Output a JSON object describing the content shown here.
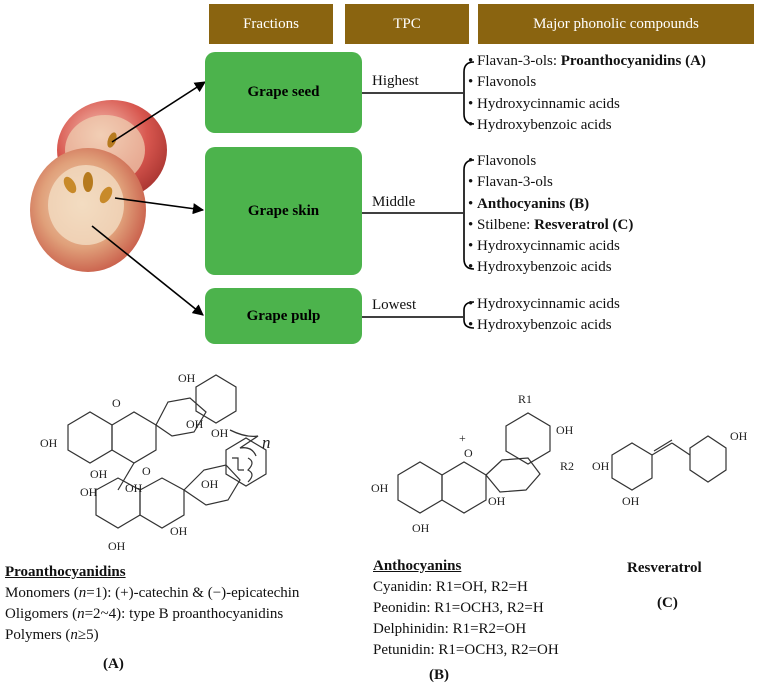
{
  "header": {
    "fractions": "Fractions",
    "tpc": "TPC",
    "major": "Major phonolic compounds"
  },
  "fractions": [
    {
      "name": "Grape seed",
      "tpc": "Highest",
      "compounds": [
        {
          "prefix": "• Flavan-3-ols: ",
          "bold": "Proanthocyanidins",
          "suffix": " (A)"
        },
        {
          "prefix": "• Hydroxycinnamic acids"
        },
        {
          "prefix": "• Flavonols"
        }
      ]
    },
    {
      "name": "Grape skin",
      "tpc": "Middle",
      "compounds": [
        {
          "prefix": "• Flavonols"
        },
        {
          "prefix": "• Flavan-3-ols"
        },
        {
          "prefix": "• ",
          "bold": "Anthocyanins (B)"
        },
        {
          "prefix": "• Stilbene: ",
          "bold": "Resveratrol (C)"
        },
        {
          "prefix": "• Hydroxycinnamic acids"
        },
        {
          "prefix": "• Hydroxybenzoic acids"
        }
      ]
    },
    {
      "name": "Grape pulp",
      "tpc": "Lowest",
      "compounds": [
        {
          "prefix": "• Hydroxycinnamic acids"
        },
        {
          "prefix": "• Hydroxybenzoic acids"
        }
      ]
    }
  ],
  "seed_list": [
    "• Flavonols",
    "• Hydroxycinnamic acids",
    "• Hydroxybenzoic acids"
  ],
  "proanthocyanidins": {
    "title": "Proanthocyanidins",
    "monomers_pre": "Monomers (",
    "n": "n",
    "monomers_post": "=1): (+)-catechin & (−)-epicatechin",
    "oligomers_pre": "Oligomers (",
    "oligomers_post": "=2~4): type B proanthocyanidins",
    "polymers_pre": "Polymers (",
    "polymers_post": "≥5)",
    "label": "(A)"
  },
  "anthocyanins": {
    "title": "Anthocyanins",
    "lines": [
      "Cyanidin: R1=OH, R2=H",
      "Peonidin: R1=OCH3, R2=H",
      "Delphinidin: R1=R2=OH",
      "Petunidin: R1=OCH3, R2=OH"
    ],
    "label": "(B)"
  },
  "resveratrol": {
    "title": "Resveratrol",
    "label": "(C)"
  },
  "struct_labels": {
    "oh": "OH",
    "o": "O",
    "r1": "R1",
    "r2": "R2",
    "plus": "+",
    "n": "n"
  },
  "colors": {
    "header": "#8a6410",
    "box": "#4cb34c",
    "grape": "#d8574f"
  }
}
